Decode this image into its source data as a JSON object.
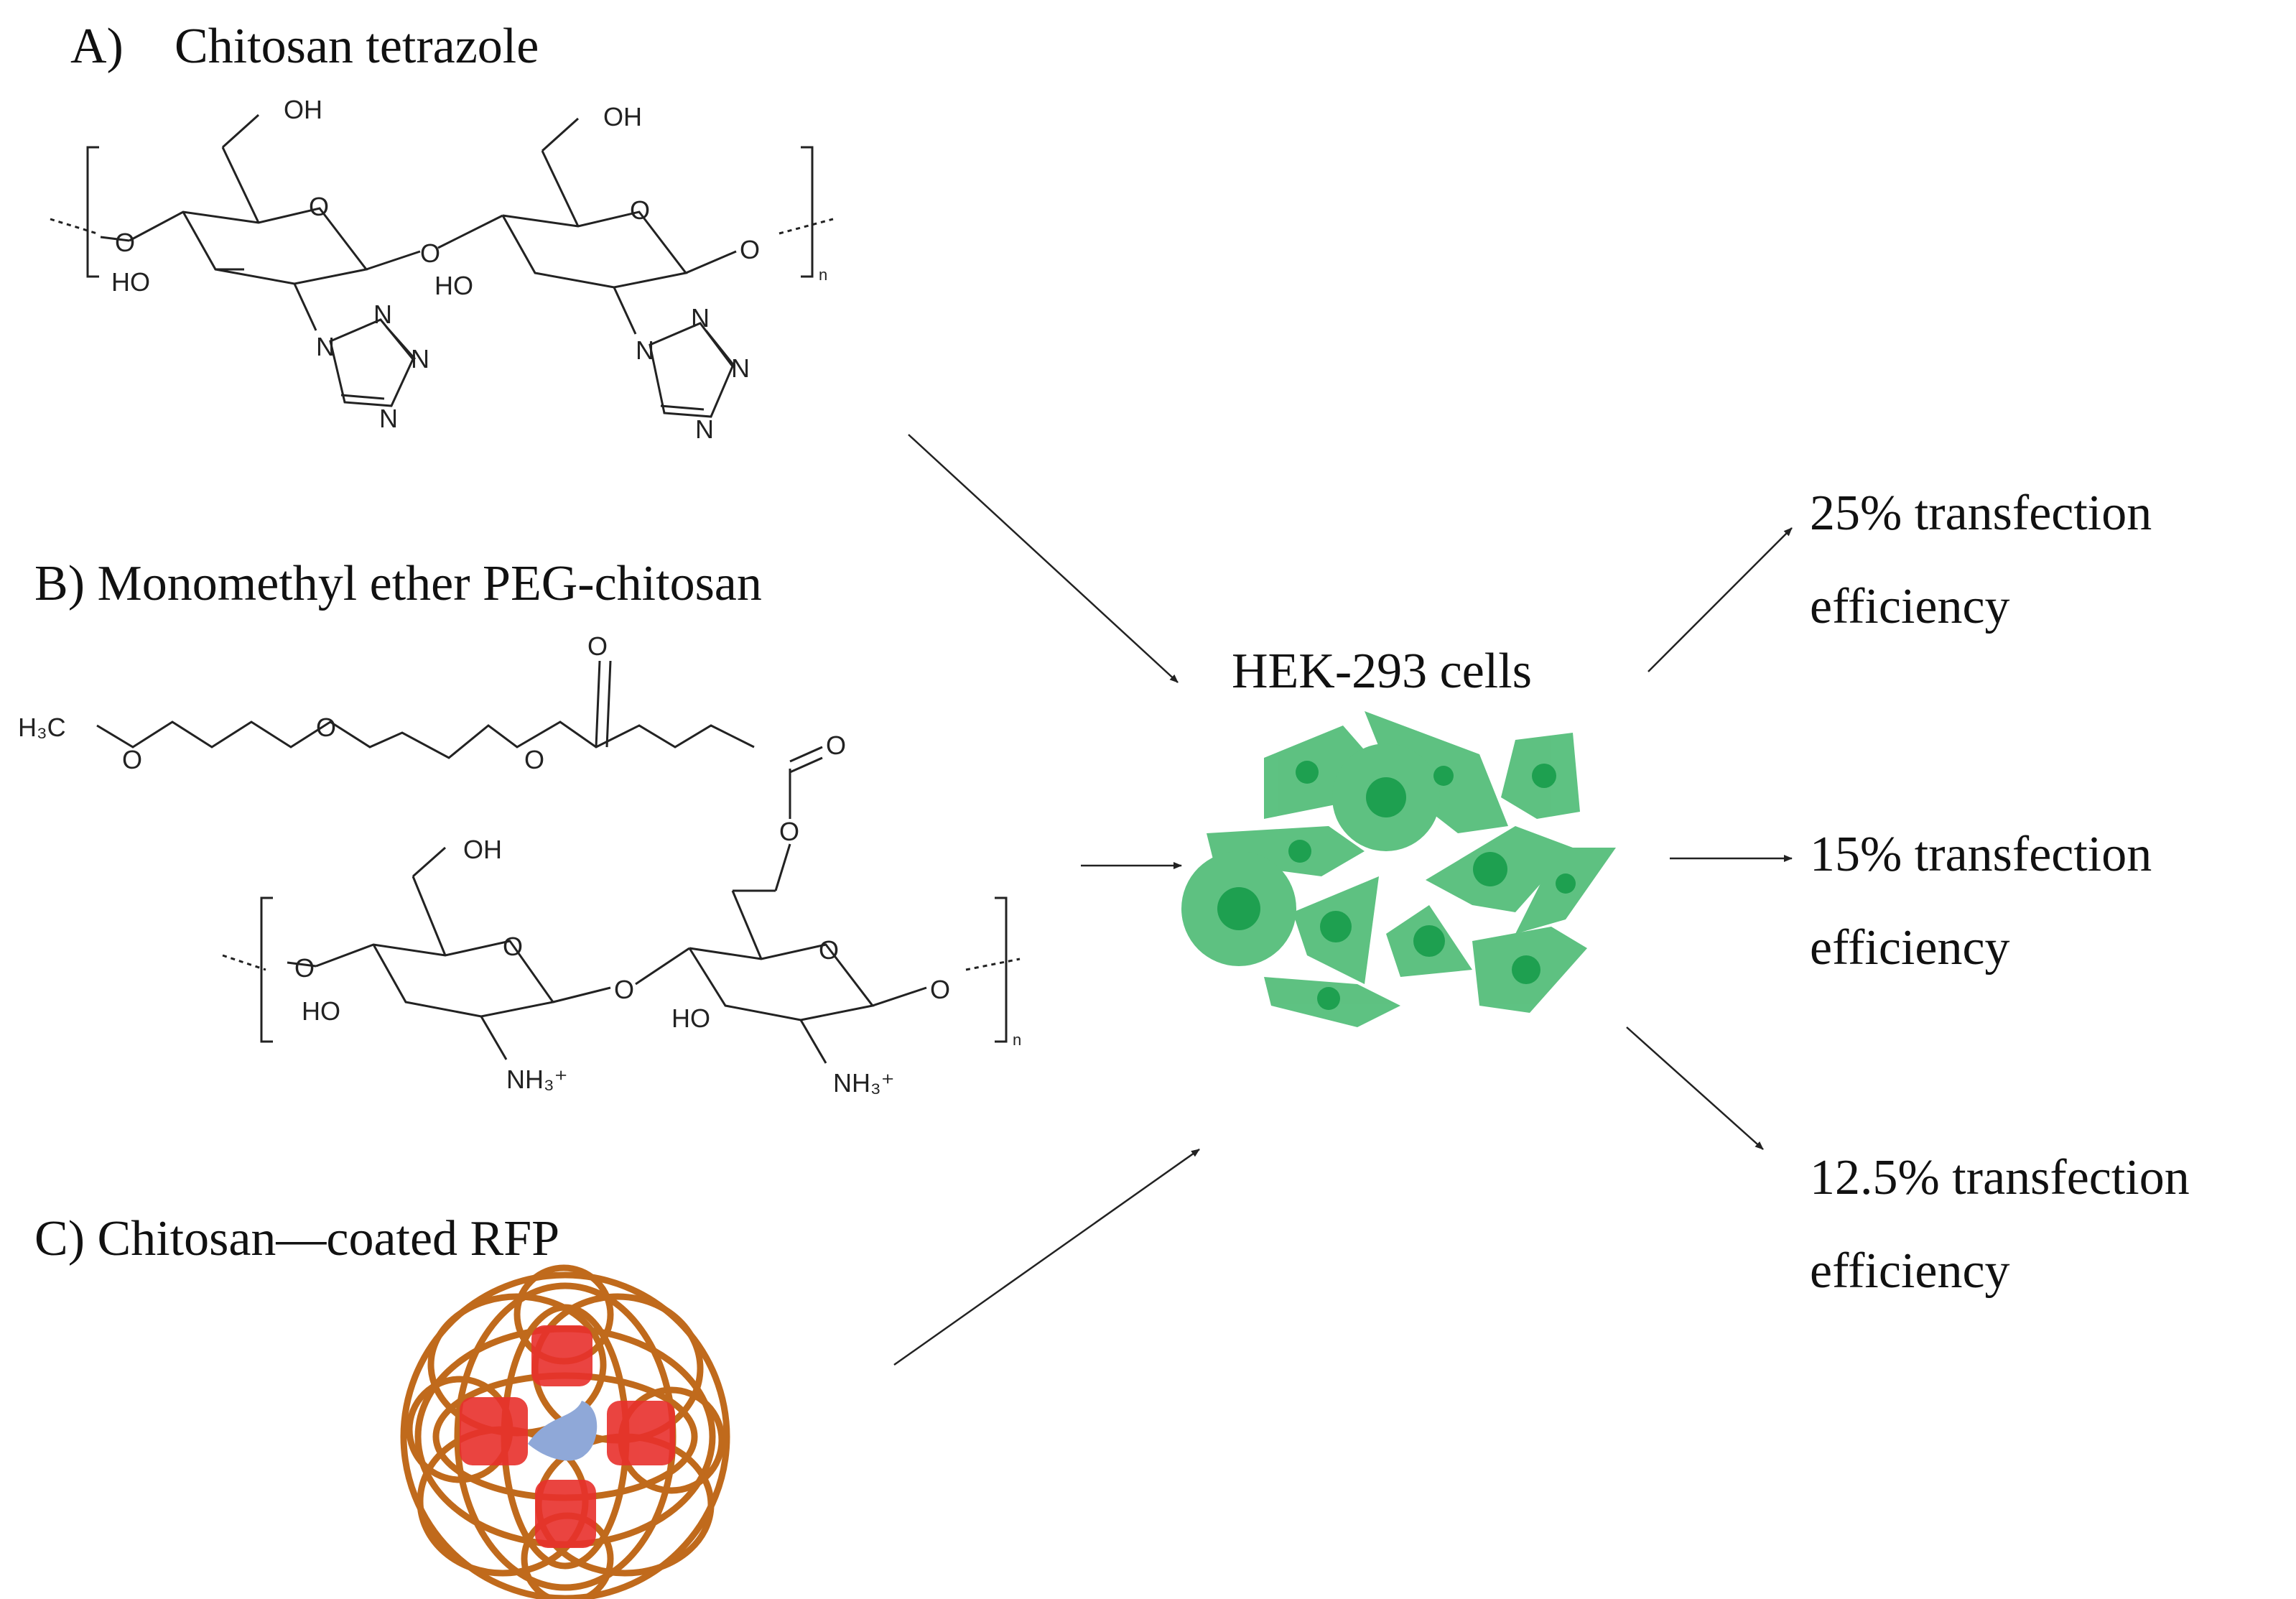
{
  "panels": {
    "a": {
      "label": "A)",
      "title": "Chitosan tetrazole"
    },
    "b": {
      "title": "B) Monomethyl ether PEG-chitosan"
    },
    "c": {
      "title": "C) Chitosan—coated RFP"
    }
  },
  "cells": {
    "title": "HEK-293 cells"
  },
  "outcomes": [
    {
      "line1": "25% transfection",
      "line2": "efficiency"
    },
    {
      "line1": "15% transfection",
      "line2": "efficiency"
    },
    {
      "line1": "12.5% transfection",
      "line2": "efficiency"
    }
  ],
  "atoms": {
    "oh": "OH",
    "ho": "HO",
    "o": "O",
    "n": "N",
    "sub_n": "n",
    "h3c": "H₃C",
    "nh3": "NH₃⁺"
  },
  "colors": {
    "cell_fill": "#4dbb74",
    "cell_nucleus": "#1ea050",
    "shell": "#c06a1c",
    "rfp": "#e8302c",
    "core": "#8fa8d8",
    "arrow": "#222222"
  }
}
